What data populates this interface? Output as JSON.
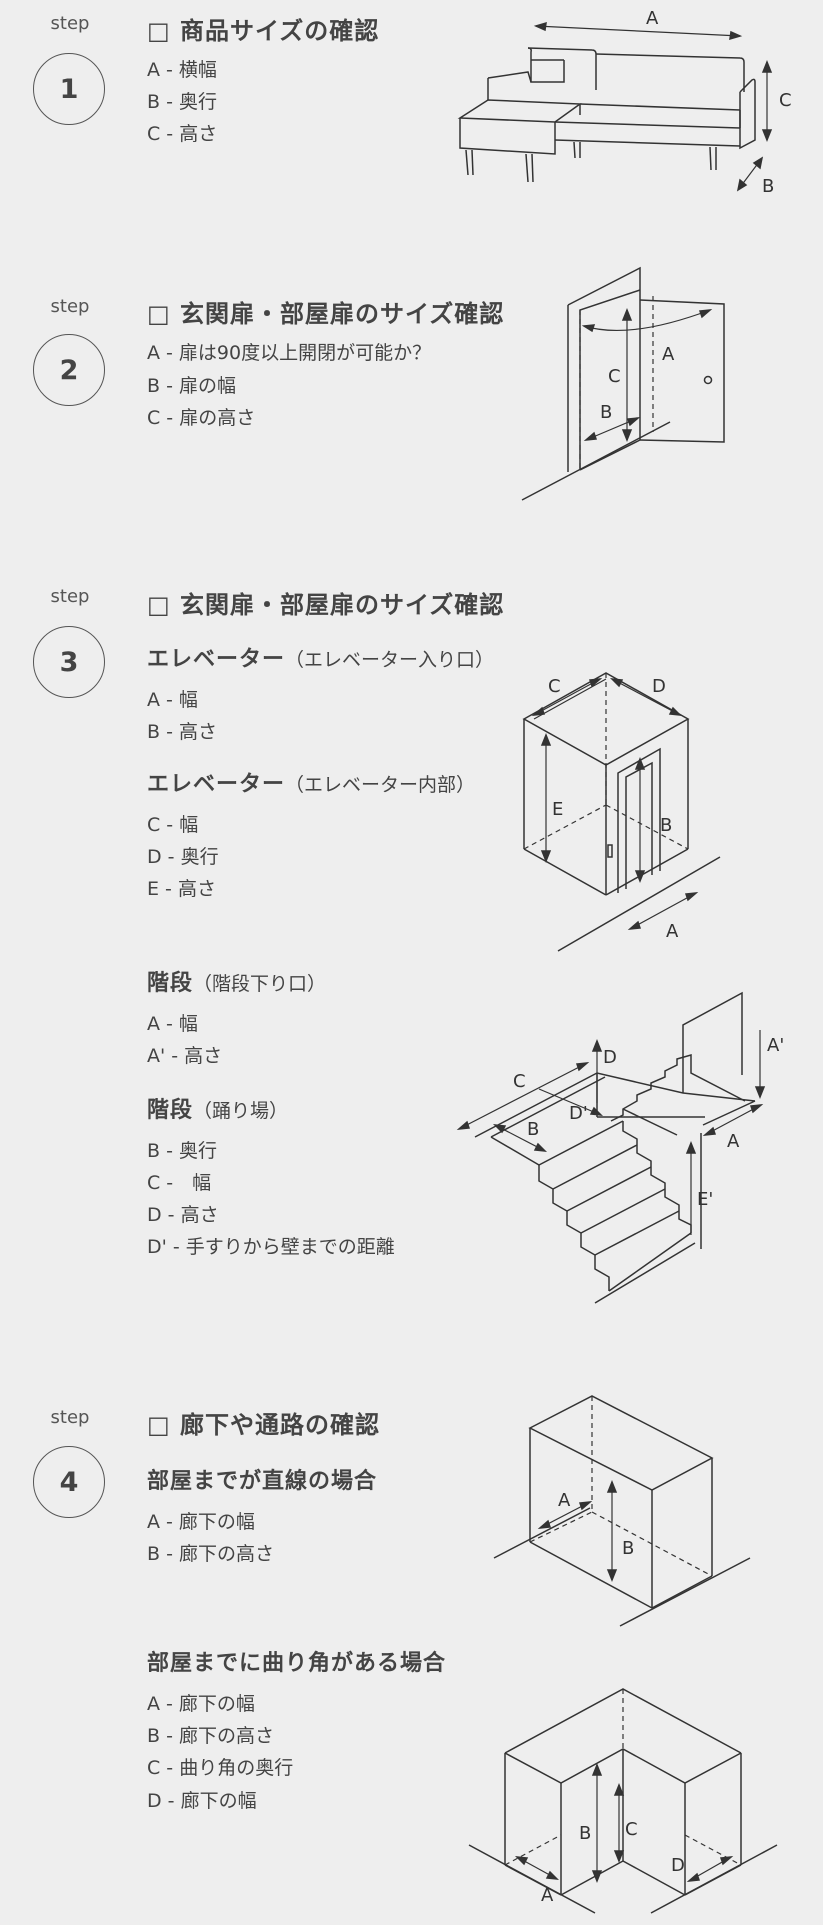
{
  "step_word": "step",
  "steps": [
    {
      "number": "1",
      "title": "□ 商品サイズの確認",
      "items": [
        "A - 横幅",
        "B - 奥行",
        "C - 高さ"
      ],
      "figure_labels": {
        "a": "A",
        "b": "B",
        "c": "C"
      }
    },
    {
      "number": "2",
      "title": "□ 玄関扉・部屋扉のサイズ確認",
      "items": [
        "A - 扉は90度以上開閉が可能か？",
        "B - 扉の幅",
        "C - 扉の高さ"
      ],
      "figure_labels": {
        "a": "A",
        "b": "B",
        "c": "C"
      }
    },
    {
      "number": "3",
      "title": "□ 玄関扉・部屋扉のサイズ確認",
      "elevator_entrance": {
        "heading": "エレベーター",
        "note": "（エレベーター入り口）",
        "items": [
          "A - 幅",
          "B - 高さ"
        ]
      },
      "elevator_inside": {
        "heading": "エレベーター",
        "note": "（エレベーター内部）",
        "items": [
          "C - 幅",
          "D - 奥行",
          "E - 高さ"
        ]
      },
      "stairs_entrance": {
        "heading": "階段",
        "note": "（階段下り口）",
        "items": [
          "A - 幅",
          "A' - 高さ"
        ]
      },
      "stairs_landing": {
        "heading": "階段",
        "note": "（踊り場）",
        "items": [
          "B - 奥行",
          "C -　幅",
          "D - 高さ",
          "D' - 手すりから壁までの距離"
        ]
      },
      "elevator_labels": {
        "a": "A",
        "b": "B",
        "c": "C",
        "d": "D",
        "e": "E"
      },
      "stairs_labels": {
        "a": "A",
        "a2": "A'",
        "b": "B",
        "c": "C",
        "d": "D",
        "d2": "D'",
        "e2": "E'"
      }
    },
    {
      "number": "4",
      "title": "□ 廊下や通路の確認",
      "straight": {
        "heading": "部屋までが直線の場合",
        "items": [
          "A - 廊下の幅",
          "B - 廊下の高さ"
        ]
      },
      "corner": {
        "heading": "部屋までに曲り角がある場合",
        "items": [
          "A - 廊下の幅",
          "B - 廊下の高さ",
          "C - 曲り角の奥行",
          "D - 廊下の幅"
        ]
      },
      "straight_labels": {
        "a": "A",
        "b": "B"
      },
      "corner_labels": {
        "a": "A",
        "b": "B",
        "c": "C",
        "d": "D"
      }
    }
  ]
}
